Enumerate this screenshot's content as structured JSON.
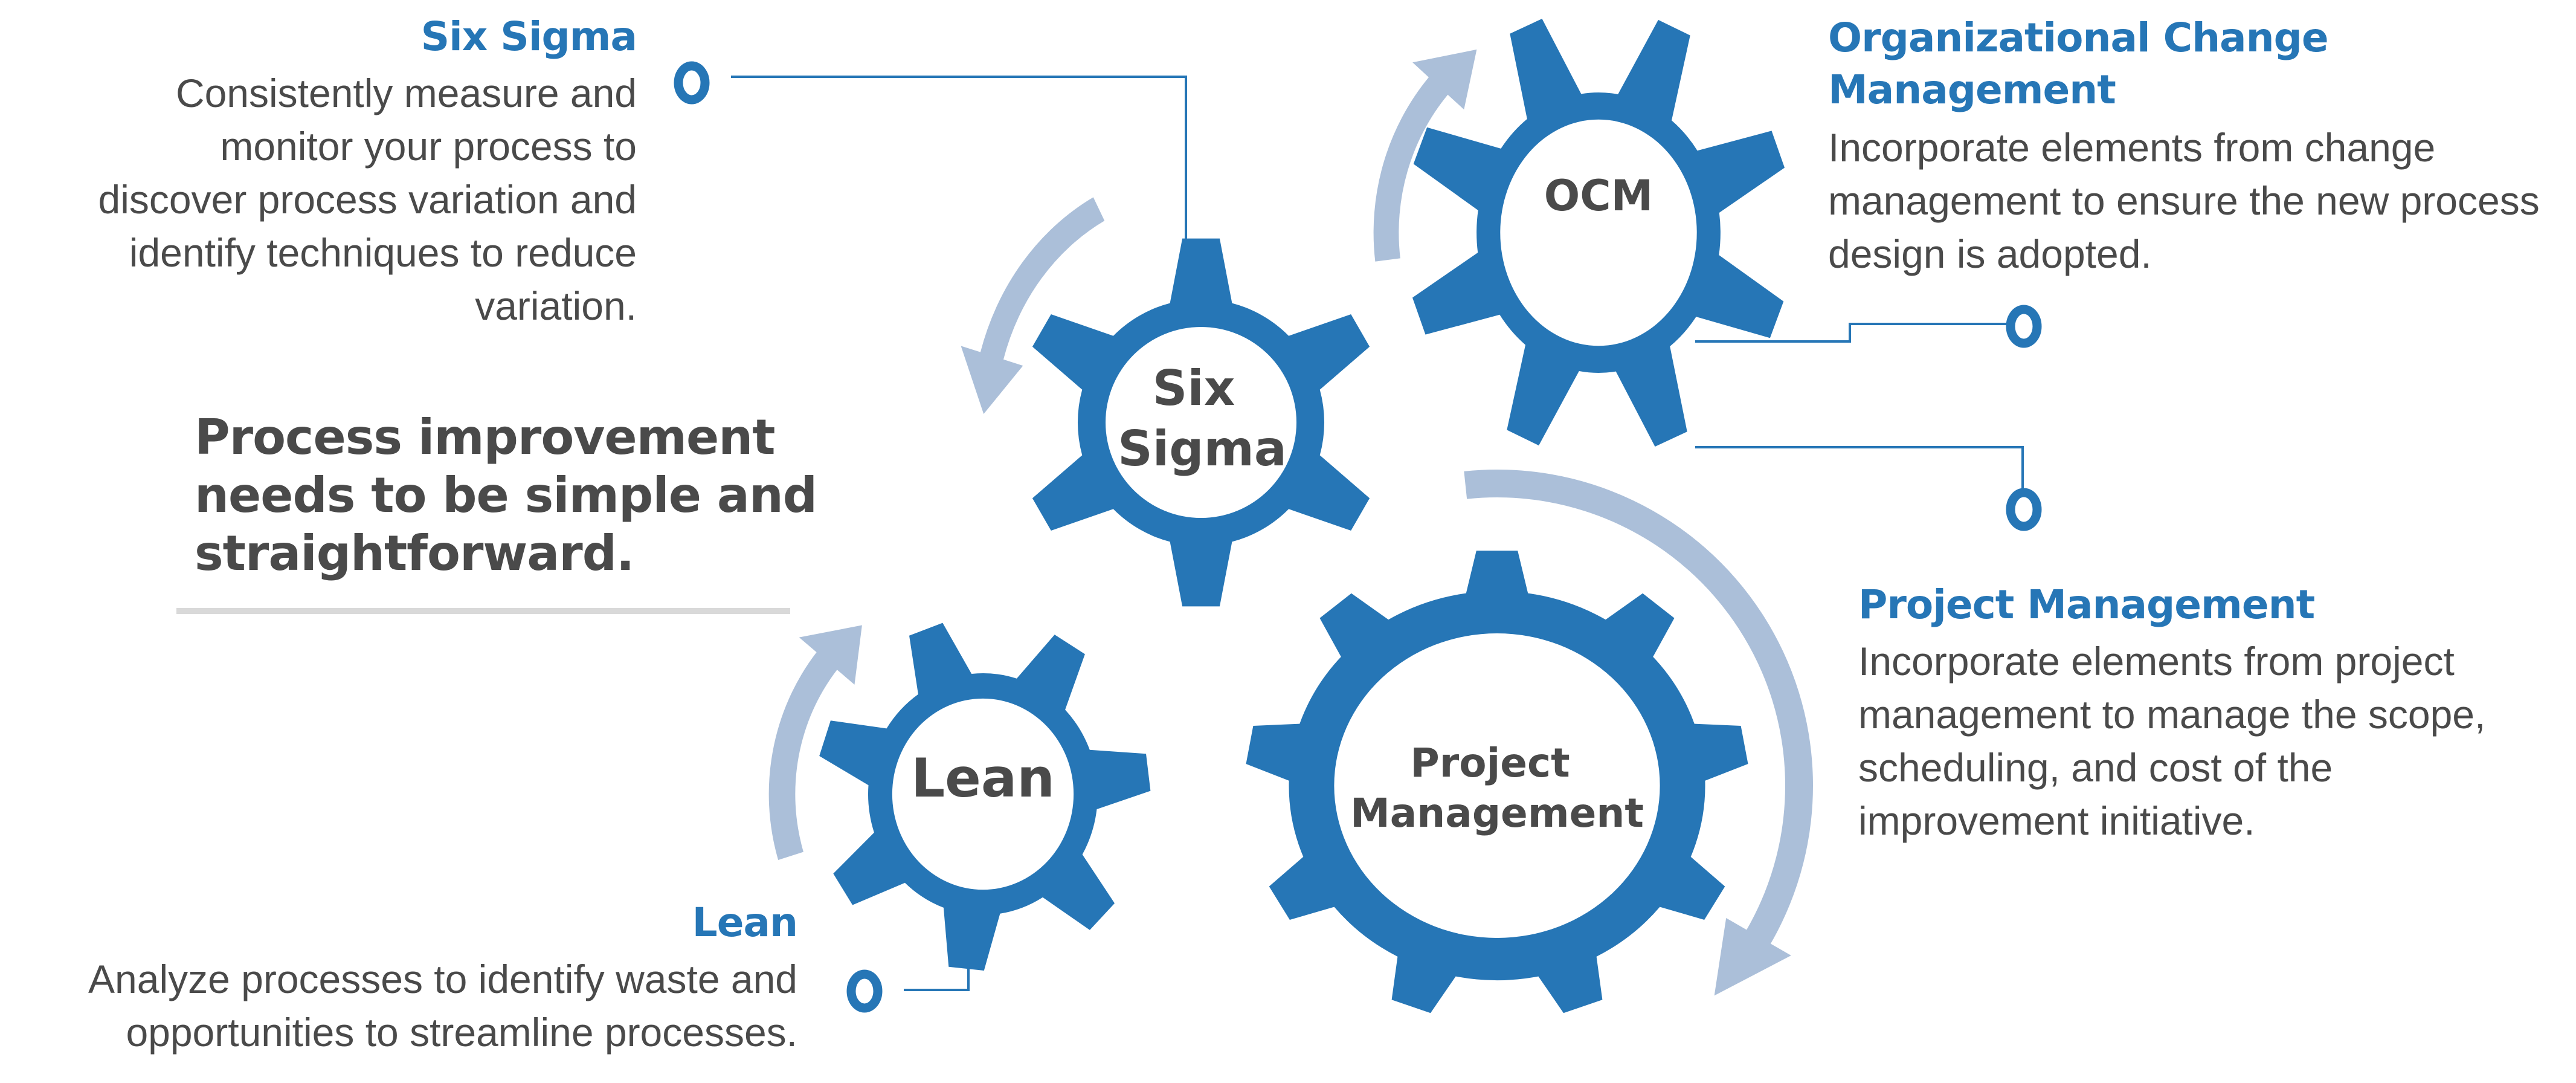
{
  "colors": {
    "gear": "#2676B6",
    "arrow": "#ABBFD9",
    "title": "#2676B6",
    "body_text": "#4A4A4A",
    "divider": "#D9D9D9",
    "connector": "#2676B6"
  },
  "slogan": {
    "lines": [
      "Process improvement",
      "needs to be simple and",
      "straightforward."
    ]
  },
  "gears": [
    {
      "id": "six-sigma",
      "label_lines": [
        "Six",
        "Sigma"
      ],
      "teeth": 6
    },
    {
      "id": "ocm",
      "label_lines": [
        "OCM"
      ],
      "teeth": 8
    },
    {
      "id": "lean",
      "label_lines": [
        "Lean"
      ],
      "teeth": 7
    },
    {
      "id": "project-management",
      "label_lines": [
        "Project",
        "Management"
      ],
      "teeth": 9
    }
  ],
  "callouts": {
    "six_sigma": {
      "title": "Six Sigma",
      "lines": [
        "Consistently measure and",
        "monitor your process to",
        "discover process variation and",
        "identify techniques to reduce",
        "variation."
      ]
    },
    "ocm": {
      "title_lines": [
        "Organizational Change",
        "Management"
      ],
      "lines": [
        "Incorporate elements from change",
        "management to ensure the new process",
        "design is adopted."
      ]
    },
    "project_management": {
      "title": "Project Management",
      "lines": [
        "Incorporate elements from project",
        "management to manage the scope,",
        "scheduling, and cost of the",
        "improvement initiative."
      ]
    },
    "lean": {
      "title": "Lean",
      "lines": [
        "Analyze processes to identify waste and",
        "opportunities to streamline processes."
      ]
    }
  },
  "icons": {
    "connector_node": "ring-node-icon",
    "rotation_arrow": "curved-arrow-icon",
    "gear": "gear-icon"
  }
}
